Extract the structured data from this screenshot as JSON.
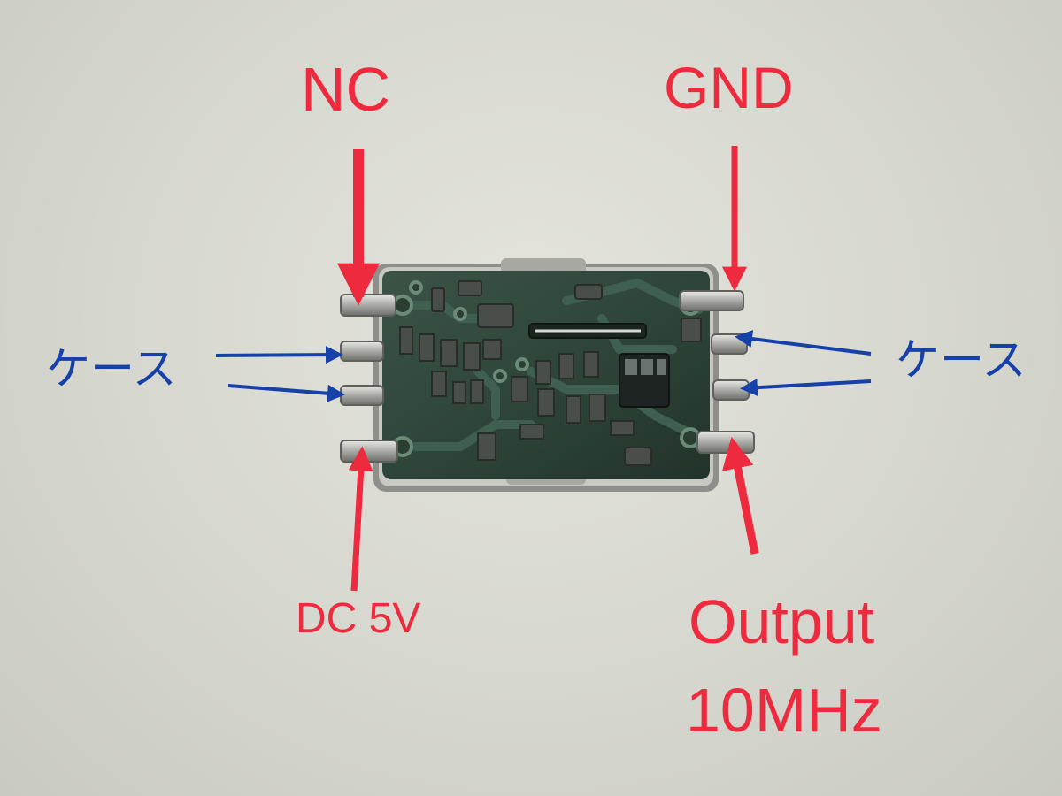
{
  "labels": {
    "nc": "NC",
    "gnd": "GND",
    "dc5v": "DC 5V",
    "output_line1": "Output",
    "output_line2": "10MHz",
    "case_left": "ケース",
    "case_right": "ケース"
  },
  "colors": {
    "pin_label": "#ee2a3e",
    "case_label": "#1541a8",
    "pcb": "#2c4237",
    "metal_case": "#c8c9c3"
  }
}
